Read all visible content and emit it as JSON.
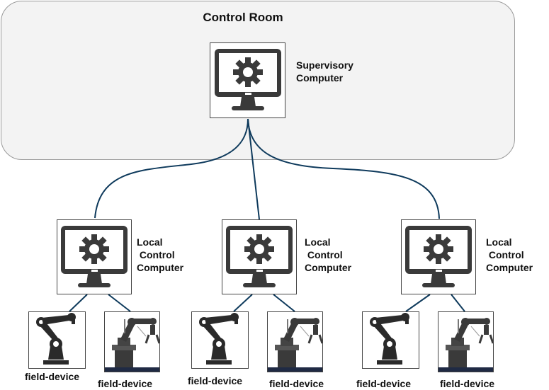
{
  "control_room": {
    "title": "Control Room"
  },
  "supervisory": {
    "label": "Supervisory\nComputer",
    "icon": "computer-gear-icon"
  },
  "local_computers": [
    {
      "label": "Local\n Control\nComputer",
      "icon": "computer-gear-icon"
    },
    {
      "label": "Local\n Control\nComputer",
      "icon": "computer-gear-icon"
    },
    {
      "label": "Local\n Control\nComputer",
      "icon": "computer-gear-icon"
    }
  ],
  "field_devices": [
    {
      "label": "field-device",
      "icon": "robot-arm-icon"
    },
    {
      "label": "field-device",
      "icon": "industrial-robot-icon"
    },
    {
      "label": "field-device",
      "icon": "robot-arm-icon"
    },
    {
      "label": "field-device",
      "icon": "industrial-robot-icon"
    },
    {
      "label": "field-device",
      "icon": "robot-arm-icon"
    },
    {
      "label": "field-device",
      "icon": "industrial-robot-icon"
    }
  ],
  "colors": {
    "link": "#0e3a5c",
    "icon": "#3a3a3a",
    "room_fill": "#f3f3f3"
  }
}
